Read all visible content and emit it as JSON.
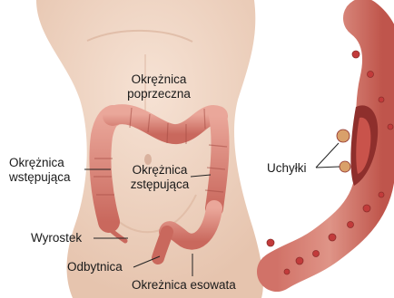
{
  "labels": {
    "transverse_line1": "Okrężnica",
    "transverse_line2": "poprzeczna",
    "ascending_line1": "Okrężnica",
    "ascending_line2": "wstępująca",
    "descending_line1": "Okrężnica",
    "descending_line2": "zstępująca",
    "appendix": "Wyrostek",
    "rectum": "Odbytnica",
    "sigmoid": "Okreżnica esowata",
    "diverticula": "Uchyłki"
  },
  "colors": {
    "skin": "#f1d7c6",
    "skin_shade": "#e2bca6",
    "colon": "#d9857a",
    "colon_dark": "#b5574e",
    "colon_light": "#eaa79a",
    "diverticula": "#c23b3b",
    "leader_line": "#222222"
  }
}
